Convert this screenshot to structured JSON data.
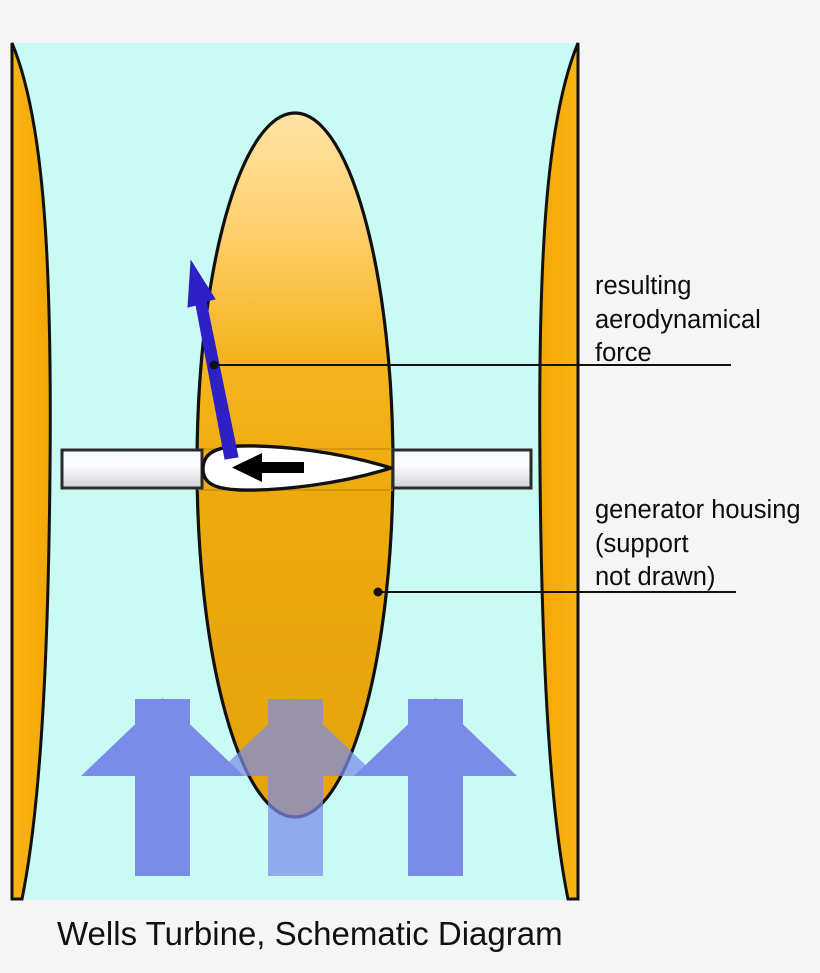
{
  "figure": {
    "caption": "Wells Turbine, Schematic Diagram",
    "background_color": "#f5f5f5",
    "duct_color": "#c9faf4"
  },
  "annotations": [
    {
      "id": "aerodynamic-force",
      "lines": [
        "resulting",
        "aerodynamical",
        "force"
      ],
      "line1": "resulting",
      "line2": "aerodynamical",
      "line3": "force"
    },
    {
      "id": "generator-housing",
      "lines": [
        "generator housing",
        "(support",
        "not drawn)"
      ],
      "line1": "generator housing",
      "line2": "(support",
      "line3": "not drawn)"
    }
  ],
  "parts": {
    "housing_wall_left": "generator housing wall (left)",
    "housing_wall_right": "generator housing wall (right)",
    "rotor_hub": "rotor hub",
    "shaft_left": "turbine shaft (left)",
    "shaft_right": "turbine shaft (right)",
    "airfoil_blade": "symmetric airfoil blade cross-section",
    "blade_chord_arrow": "blade chord direction arrow",
    "force_arrow": "resulting aerodynamical force vector",
    "flow_arrow_left": "air flow arrow (left)",
    "flow_arrow_center": "air flow arrow (center)",
    "flow_arrow_right": "air flow arrow (right)"
  },
  "colors": {
    "housing_orange": "#f5ab0d",
    "rotor_orange": "#eda90c",
    "rotor_highlight": "#ffd97a",
    "duct_cyan": "#c9faf4",
    "flow_blue": "#7b8ce8",
    "force_blue": "#2d20c4",
    "outline_black": "#111111",
    "shaft_light": "#fbfcff",
    "shaft_gray": "#d4d6da",
    "text_black": "#0d0d0d"
  }
}
